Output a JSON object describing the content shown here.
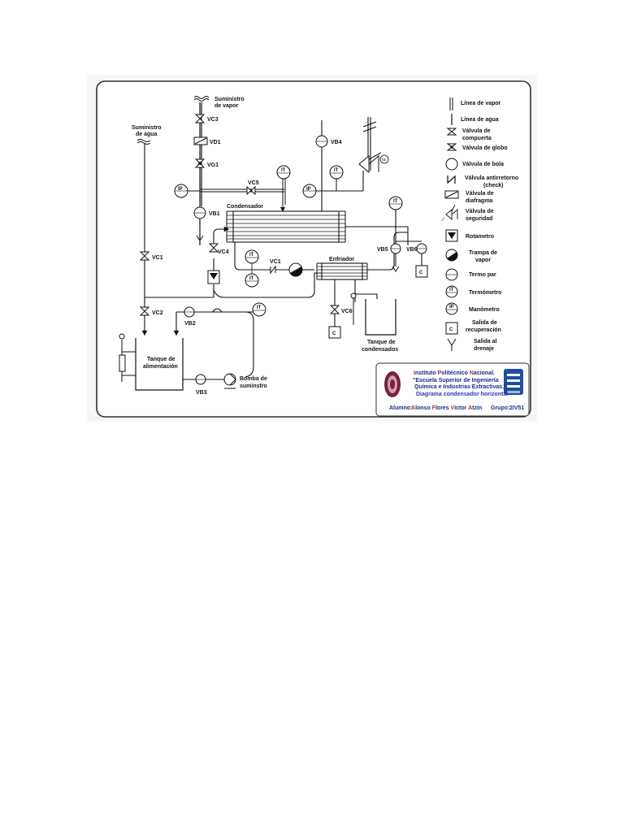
{
  "labels": {
    "steam_supply": [
      "Suministro",
      "de vapor"
    ],
    "water_supply": [
      "Suministro",
      "de agua"
    ],
    "condenser": "Condensador",
    "cooler": "Enfriador",
    "feed_tank": [
      "Tanque de",
      "alimentación"
    ],
    "condensate_tank": [
      "Tanque de",
      "condensados"
    ],
    "pump": [
      "Bomba de",
      "suminstro"
    ]
  },
  "tags": {
    "vc3": "VC3",
    "vd1": "VD1",
    "vg1": "VG1",
    "vb1": "VB1",
    "vc5": "VC5",
    "vb4": "VB4",
    "vc1_upper": "VC1",
    "vc4": "VC4",
    "vc1_lower": "VC1",
    "vc2": "VC2",
    "vb2": "VB2",
    "vb3": "VB3",
    "vb5": "VB5",
    "vb6": "VB6",
    "vc6": "VC6"
  },
  "instruments": {
    "ip": "IP",
    "it": "IT",
    "ts": "TS",
    "c": "C"
  },
  "legend": {
    "steam_line": "Línea de vapor",
    "water_line": "Línea de agua",
    "gate_valve": [
      "Válvula de",
      "compuerta"
    ],
    "globe_valve": "Válvula de globo",
    "ball_valve": "Válvula de bola",
    "check_valve": [
      "Válvula antirretorno",
      "(check)"
    ],
    "diaphragm_valve": [
      "Válvula de",
      "diafragma"
    ],
    "safety_valve": [
      "Válvula de",
      "seguridad"
    ],
    "rotameter": "Rotametro",
    "steam_trap": [
      "Trampa de",
      "vapor"
    ],
    "thermocouple": "Termo par",
    "thermometer": "Termómetro",
    "manometer": "Manómetro",
    "recovery_outlet": [
      "Salida de",
      "recuperación"
    ],
    "drain_outlet": [
      "Salida al",
      "drenaje"
    ]
  },
  "title_block": {
    "institute": [
      {
        "text": "I",
        "color": "#c0272d"
      },
      {
        "text": "nstituto ",
        "color": "#1a2a8a"
      },
      {
        "text": "P",
        "color": "#c0272d"
      },
      {
        "text": "olitécnico ",
        "color": "#1a2a8a"
      },
      {
        "text": "N",
        "color": "#c0272d"
      },
      {
        "text": "acional.",
        "color": "#1a2a8a"
      }
    ],
    "school_1": "\"Escuela Superior de Ingeniería",
    "school_2": "Química e Industrias Extractivas.\"",
    "subtitle": "Diagrama condensador horizontal",
    "student_label": "Alumno:",
    "student": [
      {
        "text": "A",
        "color": "#c0272d"
      },
      {
        "text": "lonso ",
        "color": "#1a2a8a"
      },
      {
        "text": "F",
        "color": "#c0272d"
      },
      {
        "text": "lores ",
        "color": "#1a2a8a"
      },
      {
        "text": "V",
        "color": "#c0272d"
      },
      {
        "text": "ictor ",
        "color": "#1a2a8a"
      },
      {
        "text": "A",
        "color": "#c0272d"
      },
      {
        "text": "tzin",
        "color": "#1a2a8a"
      }
    ],
    "group_label": "Grupo:",
    "group": "2IV51"
  },
  "colors": {
    "line": "#111111",
    "ipn_red": "#c0272d",
    "ipn_blue": "#1a2a8a",
    "subtitle": "#2c3db0",
    "logo_guinda": "#7a1f3d",
    "logo_blue": "#1f4f9e"
  }
}
